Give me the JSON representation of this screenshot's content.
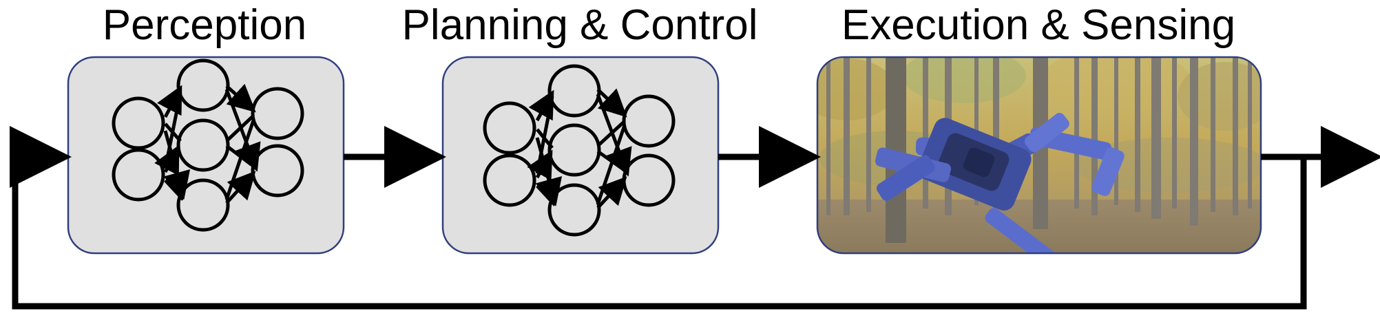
{
  "stages": [
    {
      "title": "Perception"
    },
    {
      "title": "Planning & Control"
    },
    {
      "title": "Execution & Sensing"
    }
  ],
  "colors": {
    "box_fill": "#e0e0e0",
    "box_stroke": "#2f3f7f",
    "arrow": "#000000",
    "drone": "#4a5bb5"
  },
  "icons": {
    "network": "neural-network-icon",
    "scene": "drone-in-forest"
  }
}
